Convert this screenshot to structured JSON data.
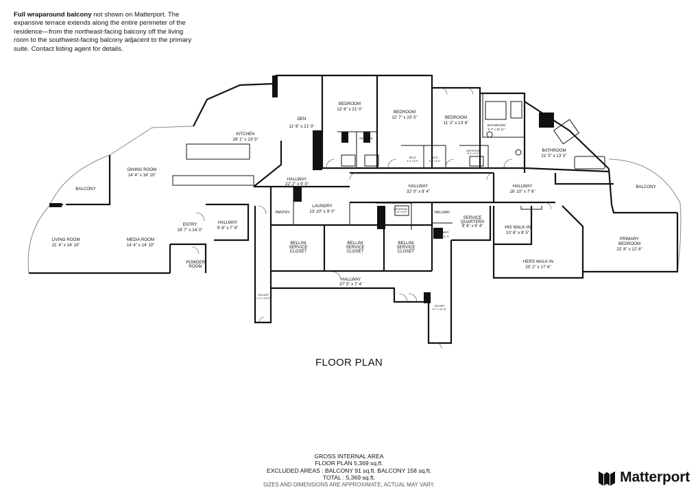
{
  "note": {
    "bold": "Full wraparound balcony",
    "text": " not shown on Matterport. The expansive terrace extends along the entire perimeter of the residence—from the northeast-facing balcony off the living room to the southwest-facing balcony adjacent to the primary suite. Contact listing agent for details."
  },
  "rooms": {
    "den": {
      "name": "DEN",
      "dim": "11' 6\" x 21' 0\""
    },
    "bedroom1": {
      "name": "BEDROOM",
      "dim": "12' 6\" x 21' 0\""
    },
    "bedroom2": {
      "name": "BEDROOM",
      "dim": "12' 7\" x 20' 5\""
    },
    "bedroom3": {
      "name": "BEDROOM",
      "dim": "11' 2\" x 13' 6\""
    },
    "bathroom1": {
      "name": "BATHROOM",
      "dim": "9' 4\" x 16' 11\""
    },
    "bathroom2": {
      "name": "BATHROOM",
      "dim": "21' 5\" x 13' 5\""
    },
    "kitchen": {
      "name": "KITCHEN",
      "dim": "26' 1\" x 23' 5\""
    },
    "dining": {
      "name": "DINING ROOM",
      "dim": "14' 4\" x 18' 10\""
    },
    "balcony1": {
      "name": "BALCONY"
    },
    "balcony2": {
      "name": "BALCONY"
    },
    "living": {
      "name": "LIVING ROOM",
      "dim": "21' 4\" x 14' 10\""
    },
    "media": {
      "name": "MEDIA ROOM",
      "dim": "14' 4\" x 14' 10\""
    },
    "entry": {
      "name": "ENTRY",
      "dim": "19' 7\" x 14' 0\""
    },
    "hallway_a": {
      "name": "HALLWAY",
      "dim": "9' 6\" x 7' 9\""
    },
    "hallway_b": {
      "name": "HALLWAY",
      "dim": "22' 2\" x 9' 0\""
    },
    "hallway_c": {
      "name": "HALLWAY",
      "dim": "32' 0\" x 8' 4\""
    },
    "hallway_d": {
      "name": "HALLWAY",
      "dim": "16' 10\" x 7' 6\""
    },
    "hallway_e": {
      "name": "HALLWAY",
      "dim": "37' 5\" x 7' 4\""
    },
    "hallway_f": {
      "name": "HALLWAY"
    },
    "hallway_g": {
      "name": "HALLWAY",
      "dim": "5' 4\" x 11' 3\""
    },
    "hallway_h": {
      "name": "HALLWAY",
      "dim": "4' 1\" x 10' 8\""
    },
    "hallway_i": {
      "name": "HALLWAY",
      "dim": "6' 7\" x 18' 10\""
    },
    "pantry": {
      "name": "PANTRY"
    },
    "laundry": {
      "name": "LAUNDRY",
      "dim": "13' 10\" x 9' 0\""
    },
    "bellini1": {
      "name1": "BELLINI",
      "name2": "SERVICE",
      "name3": "CLOSET"
    },
    "bellini2": {
      "name1": "BELLINI",
      "name2": "SERVICE",
      "name3": "CLOSET"
    },
    "bellini3": {
      "name1": "BELLINI",
      "name2": "SERVICE",
      "name3": "CLOSET"
    },
    "service": {
      "name1": "SERVICE",
      "name2": "QUARTERS",
      "dim": "8' 6\" x 8' 4\""
    },
    "his_walkin": {
      "name": "HIS WALK-IN",
      "dim": "10' 6\" x 9' 5\""
    },
    "hers_walkin": {
      "name": "HERS WALK-IN",
      "dim": "20' 2\" x 17' 6\""
    },
    "primary": {
      "name1": "PRIMARY",
      "name2": "BEDROOM",
      "dim": "22' 8\" x 12' 8\""
    },
    "powder": {
      "name1": "POWDER",
      "name2": "ROOM"
    },
    "wic1": {
      "name": "W.I.C",
      "dim": "5' 2\" x 6' 9\""
    },
    "wic2": {
      "name": "W.I.C",
      "dim": "5' 3\" x 6' 9\""
    },
    "bath_small1": {
      "name": "BATHROOM",
      "dim": "8' 3\" x 6' 9\""
    },
    "bath_small2": {
      "name": "BATHROOM",
      "dim": "7' 10\" x 5' 8\""
    },
    "bath_small3": {
      "name": "BATHROOM"
    }
  },
  "title": "FLOOR PLAN",
  "area": {
    "line1": "GROSS INTERNAL AREA",
    "line2": "FLOOR PLAN 5,369 sq.ft.",
    "line3": "EXCLUDED AREAS :  BALCONY 91 sq.ft.   BALCONY 158 sq.ft.",
    "line4": "TOTAL :  5,369 sq.ft.",
    "line5": "SIZES AND DIMENSIONS ARE APPROXIMATE, ACTUAL MAY VARY."
  },
  "brand": {
    "name": "Matterport",
    "icon": "matterport-logo-icon"
  }
}
